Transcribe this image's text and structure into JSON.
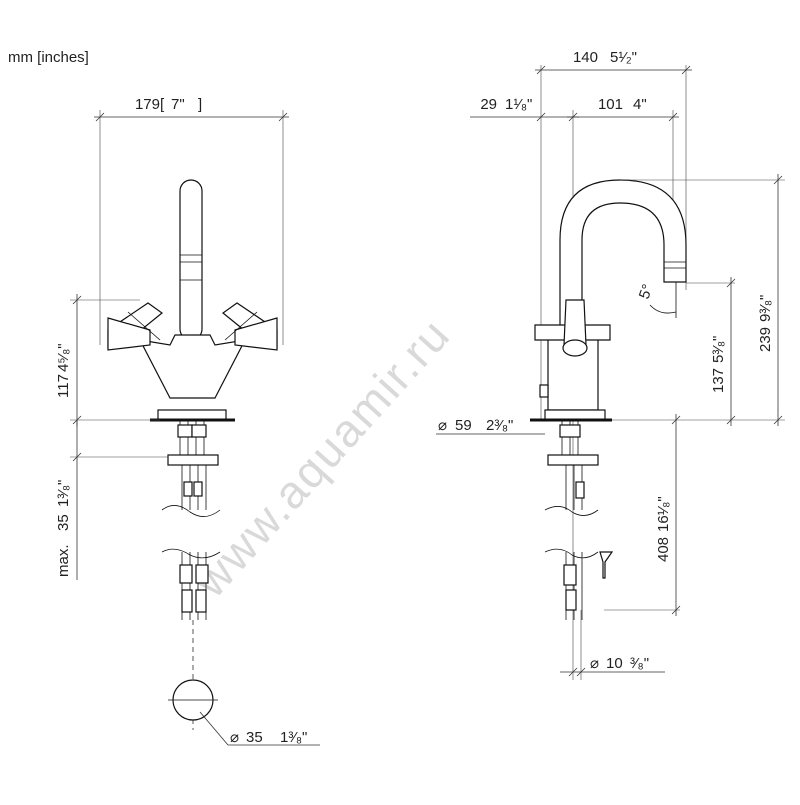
{
  "units_label": "mm [inches]",
  "watermark": "www.aquamir.ru",
  "front_view": {
    "width": {
      "mm": "179",
      "in": "7\""
    },
    "height_handles": {
      "mm": "117",
      "in": "4⁵⁄₈\""
    },
    "max_thickness": {
      "prefix": "max.",
      "mm": "35",
      "in": "1³⁄₈\""
    },
    "hole_diameter": {
      "prefix": "⌀",
      "mm": "35",
      "in": "1³⁄₈\""
    }
  },
  "side_view": {
    "total_depth": {
      "mm": "140",
      "in": "5¹⁄₂\""
    },
    "base_offset": {
      "mm": "29",
      "in": "1¹⁄₈\""
    },
    "spout_reach": {
      "mm": "101",
      "in": "4\""
    },
    "total_height": {
      "mm": "239",
      "in": "9³⁄₈\""
    },
    "spout_height": {
      "mm": "137",
      "in": "5³⁄₈\""
    },
    "base_diameter": {
      "prefix": "⌀",
      "mm": "59",
      "in": "2³⁄₈\""
    },
    "hose_length": {
      "mm": "408",
      "in": "16¹⁄₈\""
    },
    "pipe_diameter": {
      "prefix": "⌀",
      "mm": "10",
      "in": "³⁄₈\""
    },
    "spout_angle": "5°"
  }
}
